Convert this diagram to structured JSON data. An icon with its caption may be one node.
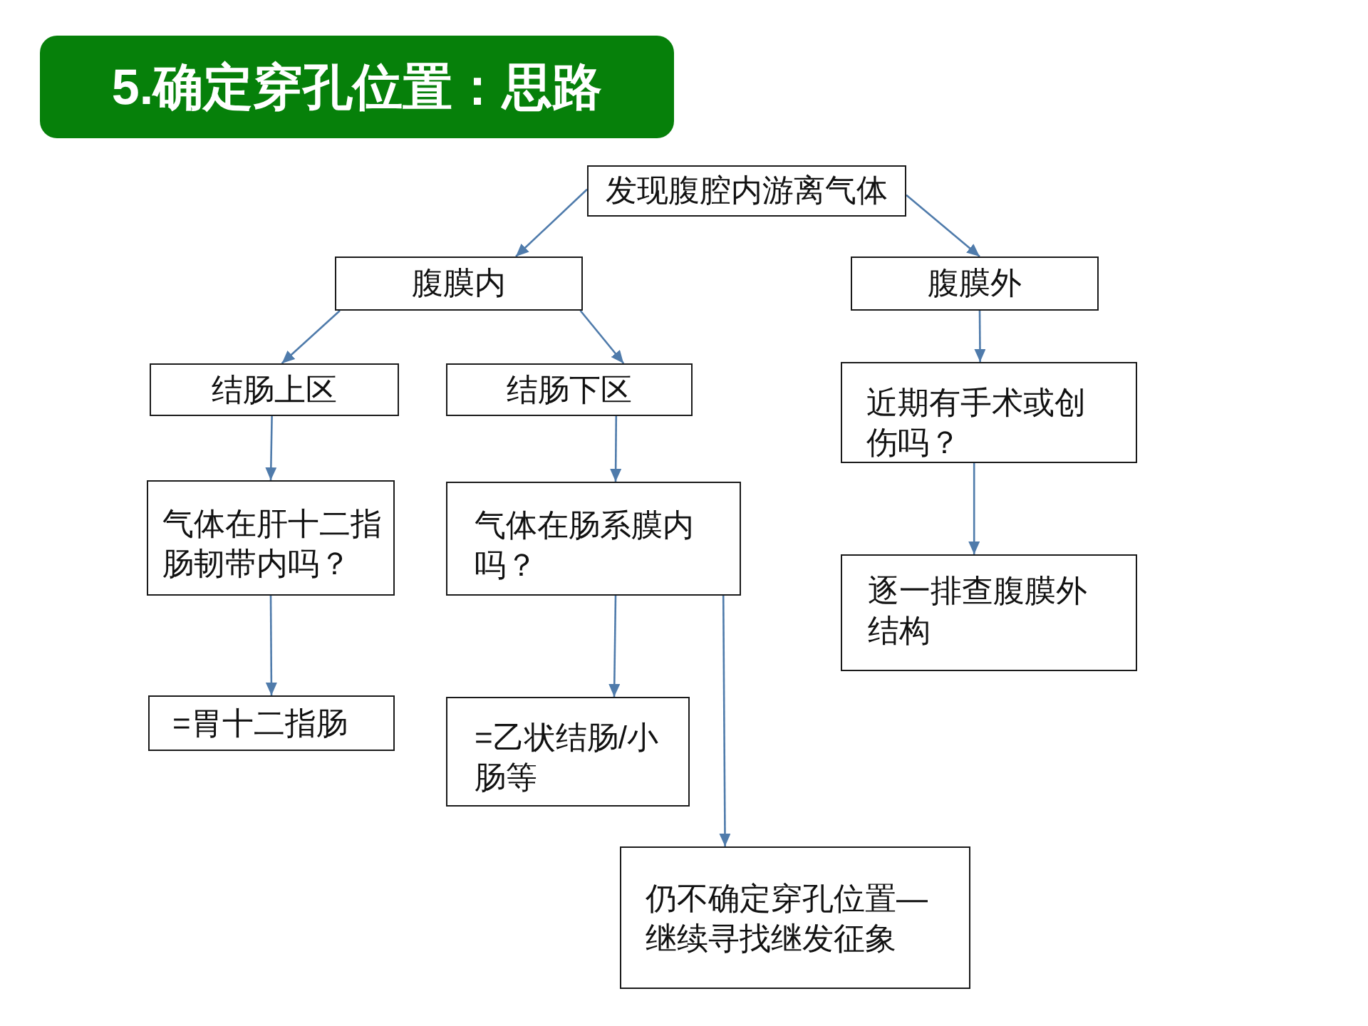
{
  "diagram": {
    "title": "5.确定穿孔位置：思路",
    "nodes": [
      {
        "text": [
          "发现腹腔内游离气体"
        ]
      },
      {
        "text": [
          "腹膜内"
        ]
      },
      {
        "text": [
          "腹膜外"
        ]
      },
      {
        "text": [
          "结肠上区"
        ]
      },
      {
        "text": [
          "结肠下区"
        ]
      },
      {
        "text": [
          "近期有手术或创伤吗？"
        ]
      },
      {
        "text": [
          "气体在肝十二指肠韧带内吗？"
        ]
      },
      {
        "text": [
          "气体在肠系膜内吗？"
        ]
      },
      {
        "text": [
          "逐一排查腹膜外结构"
        ]
      },
      {
        "text": [
          "=胃十二指肠"
        ]
      },
      {
        "text": [
          "=乙状结肠/小肠等"
        ]
      },
      {
        "text": [
          "仍不确定穿孔位置—继续寻找继发征象"
        ]
      }
    ],
    "edges": [
      {
        "from": 0,
        "to": 1,
        "arrow": "to"
      },
      {
        "from": 0,
        "to": 2,
        "arrow": "to"
      },
      {
        "from": 1,
        "to": 3,
        "arrow": "to"
      },
      {
        "from": 1,
        "to": 4,
        "arrow": "to"
      },
      {
        "from": 2,
        "to": 5,
        "arrow": "to"
      },
      {
        "from": 3,
        "to": 6,
        "arrow": "to"
      },
      {
        "from": 4,
        "to": 7,
        "arrow": "to"
      },
      {
        "from": 5,
        "to": 8,
        "arrow": "to"
      },
      {
        "from": 6,
        "to": 9,
        "arrow": "to"
      },
      {
        "from": 7,
        "to": 10,
        "arrow": "to"
      },
      {
        "from": 7,
        "to": 11,
        "arrow": "to"
      }
    ]
  }
}
